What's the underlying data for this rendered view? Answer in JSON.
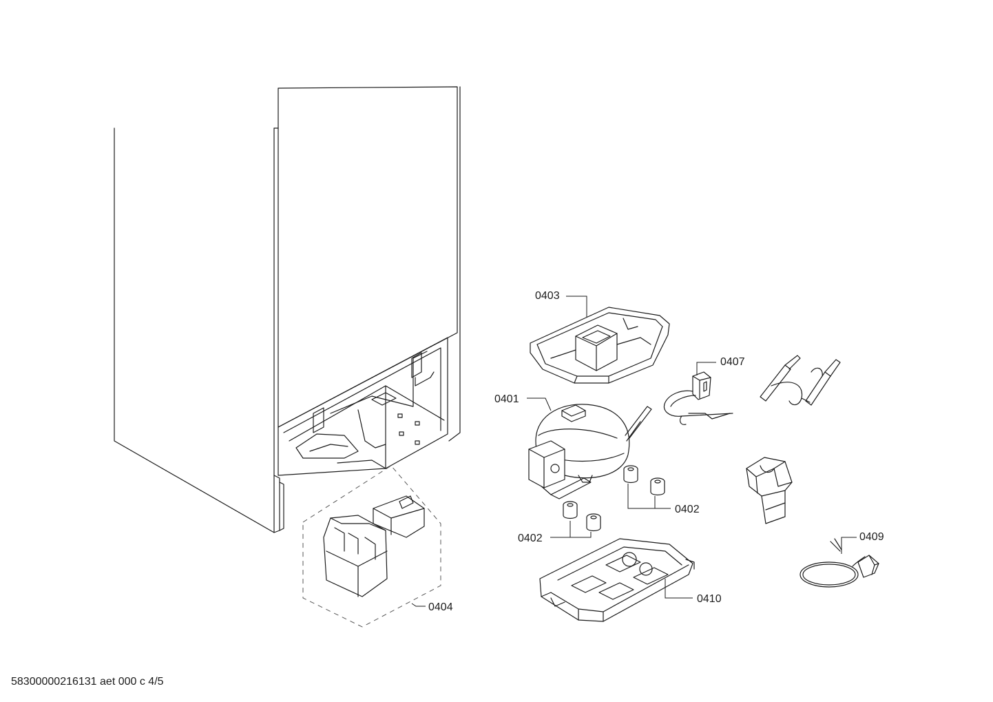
{
  "callouts": {
    "c0401": "0401",
    "c0402a": "0402",
    "c0402b": "0402",
    "c0403": "0403",
    "c0404": "0404",
    "c0407": "0407",
    "c0409": "0409",
    "c0410": "0410"
  },
  "footer": {
    "text": "58300000216131 aet 000 c 4/5"
  }
}
